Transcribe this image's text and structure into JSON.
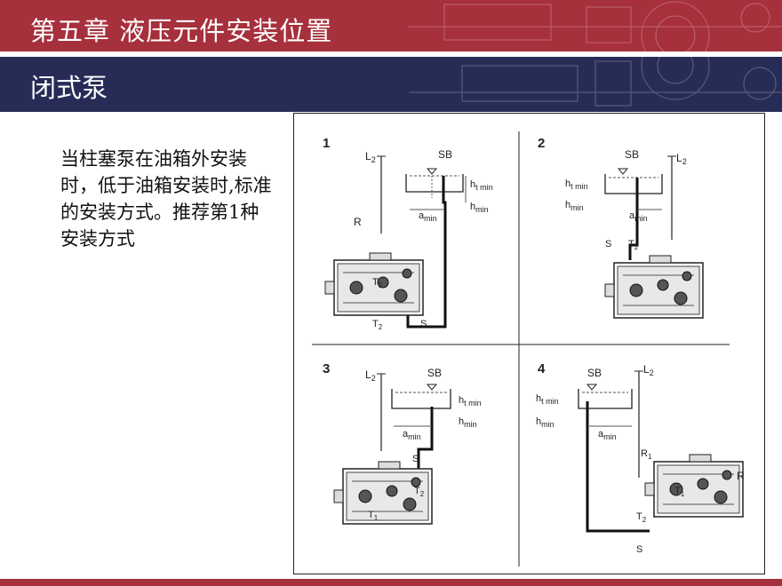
{
  "header": {
    "title": "第五章  液压元件安装位置"
  },
  "subheader": {
    "title": "闭式泵"
  },
  "body_text": "当柱塞泵在油箱外安装时，低于油箱安装时,标准的安装方式。推荐第1种安装方式",
  "diagram": {
    "panels": [
      {
        "number": "1",
        "labels": {
          "l2": "L",
          "l2_sub": "2",
          "sb": "SB",
          "ht_main": "h",
          "ht_sub": "t min",
          "hmin_main": "h",
          "hmin_sub": "min",
          "amin_main": "a",
          "amin_sub": "min",
          "r": "R",
          "t1_main": "T",
          "t1_sub": "1",
          "t2_main": "T",
          "t2_sub": "2",
          "s": "S"
        }
      },
      {
        "number": "2",
        "labels": {
          "l2": "L",
          "l2_sub": "2",
          "sb": "SB",
          "ht_main": "h",
          "ht_sub": "t min",
          "hmin_main": "h",
          "hmin_sub": "min",
          "amin_main": "a",
          "amin_sub": "min",
          "s": "S",
          "t2_main": "T",
          "t2_sub": "2"
        }
      },
      {
        "number": "3",
        "labels": {
          "l2": "L",
          "l2_sub": "2",
          "sb": "SB",
          "ht_main": "h",
          "ht_sub": "t min",
          "hmin_main": "h",
          "hmin_sub": "min",
          "amin_main": "a",
          "amin_sub": "min",
          "s": "S",
          "t2_main": "T",
          "t2_sub": "2",
          "t1_main": "T",
          "t1_sub": "1"
        }
      },
      {
        "number": "4",
        "labels": {
          "l2": "L",
          "l2_sub": "2",
          "sb": "SB",
          "ht_main": "h",
          "ht_sub": "t min",
          "hmin_main": "h",
          "hmin_sub": "min",
          "amin_main": "a",
          "amin_sub": "min",
          "r1_main": "R",
          "r1_sub": "1",
          "r": "R",
          "t1_main": "T",
          "t1_sub": "1",
          "t2_main": "T",
          "t2_sub": "2",
          "s": "S"
        }
      }
    ]
  },
  "colors": {
    "header_red": "#a6303c",
    "header_navy": "#272c57",
    "text": "#111111"
  }
}
